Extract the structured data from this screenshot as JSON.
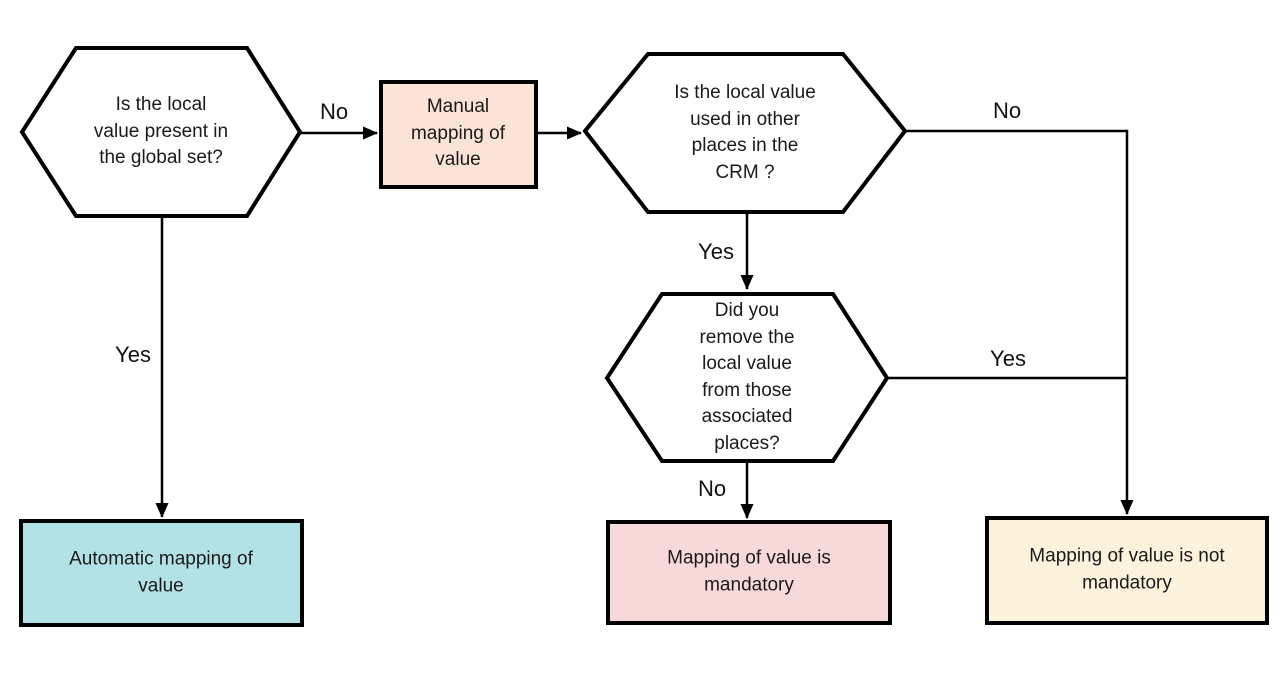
{
  "diagram": {
    "type": "flowchart",
    "background": "#ffffff",
    "stroke_color": "#000000",
    "text_color": "#1a1a1a",
    "nodes": {
      "q_global": {
        "label": "Is the local value present in the global set?",
        "shape": "hexagon",
        "fill": "#ffffff"
      },
      "manual_mapping": {
        "label": "Manual mapping of value",
        "shape": "rectangle",
        "fill": "#fce3d7"
      },
      "q_used_crm": {
        "label": "Is the local value used in other places in the CRM ?",
        "shape": "hexagon",
        "fill": "#ffffff"
      },
      "q_removed": {
        "label": "Did you remove the local value from those associated places?",
        "shape": "hexagon",
        "fill": "#ffffff"
      },
      "automatic_mapping": {
        "label": "Automatic mapping of value",
        "shape": "rectangle",
        "fill": "#b3e2e6"
      },
      "mapping_mandatory": {
        "label": "Mapping of value is mandatory",
        "shape": "rectangle",
        "fill": "#f8d9da"
      },
      "mapping_not_mandatory": {
        "label": "Mapping of value is not mandatory",
        "shape": "rectangle",
        "fill": "#fdf2dc"
      }
    },
    "edges": [
      {
        "from": "q_global",
        "to": "manual_mapping",
        "label": "No"
      },
      {
        "from": "q_global",
        "to": "automatic_mapping",
        "label": "Yes"
      },
      {
        "from": "manual_mapping",
        "to": "q_used_crm",
        "label": ""
      },
      {
        "from": "q_used_crm",
        "to": "q_removed",
        "label": "Yes"
      },
      {
        "from": "q_used_crm",
        "to": "mapping_not_mandatory",
        "label": "No"
      },
      {
        "from": "q_removed",
        "to": "mapping_not_mandatory",
        "label": "Yes"
      },
      {
        "from": "q_removed",
        "to": "mapping_mandatory",
        "label": "No"
      }
    ]
  }
}
